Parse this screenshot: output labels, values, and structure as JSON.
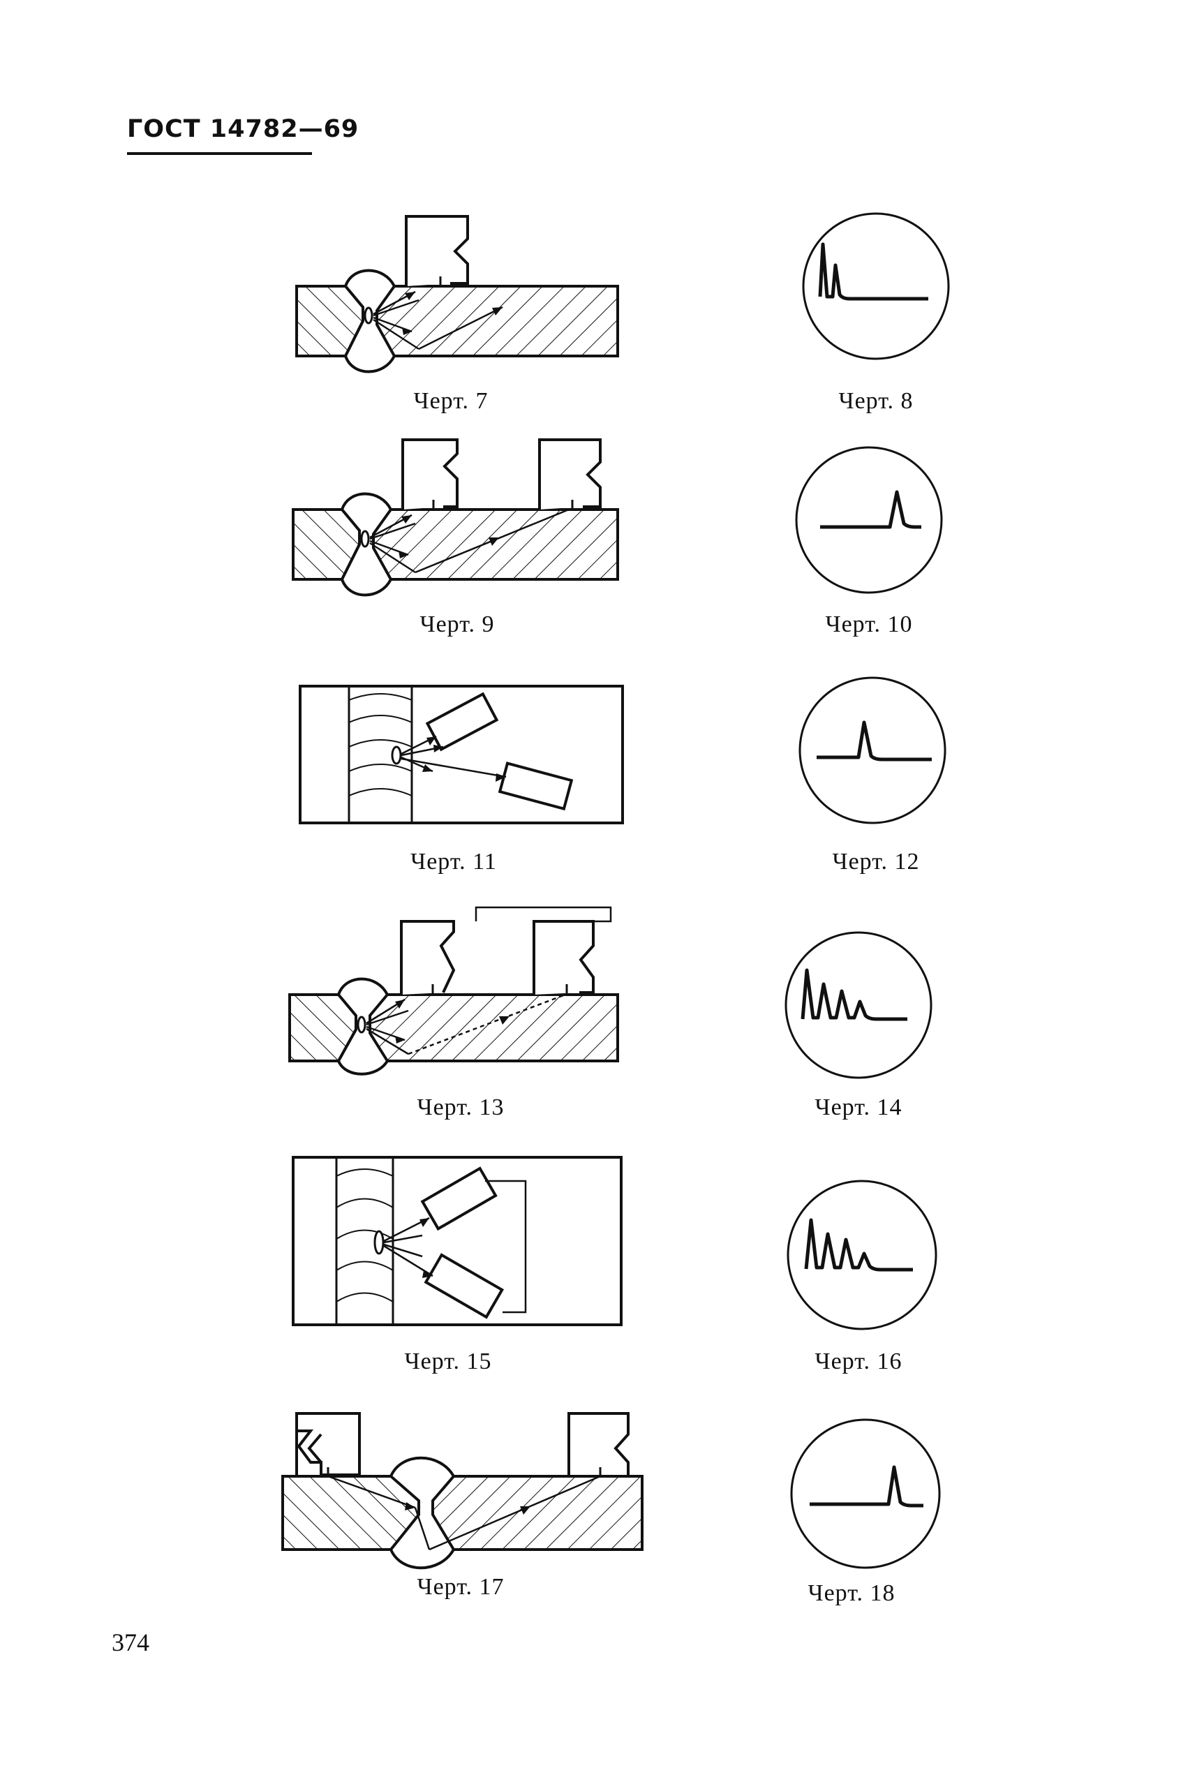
{
  "header": {
    "standard": "ГОСТ 14782—69"
  },
  "page_number": "374",
  "captions": {
    "c7": "Черт. 7",
    "c8": "Черт. 8",
    "c9": "Черт. 9",
    "c10": "Черт. 10",
    "c11": "Черт. 11",
    "c12": "Черт. 12",
    "c13": "Черт. 13",
    "c14": "Черт. 14",
    "c15": "Черт. 15",
    "c16": "Черт. 16",
    "c17": "Черт. 17",
    "c18": "Черт. 18"
  }
}
